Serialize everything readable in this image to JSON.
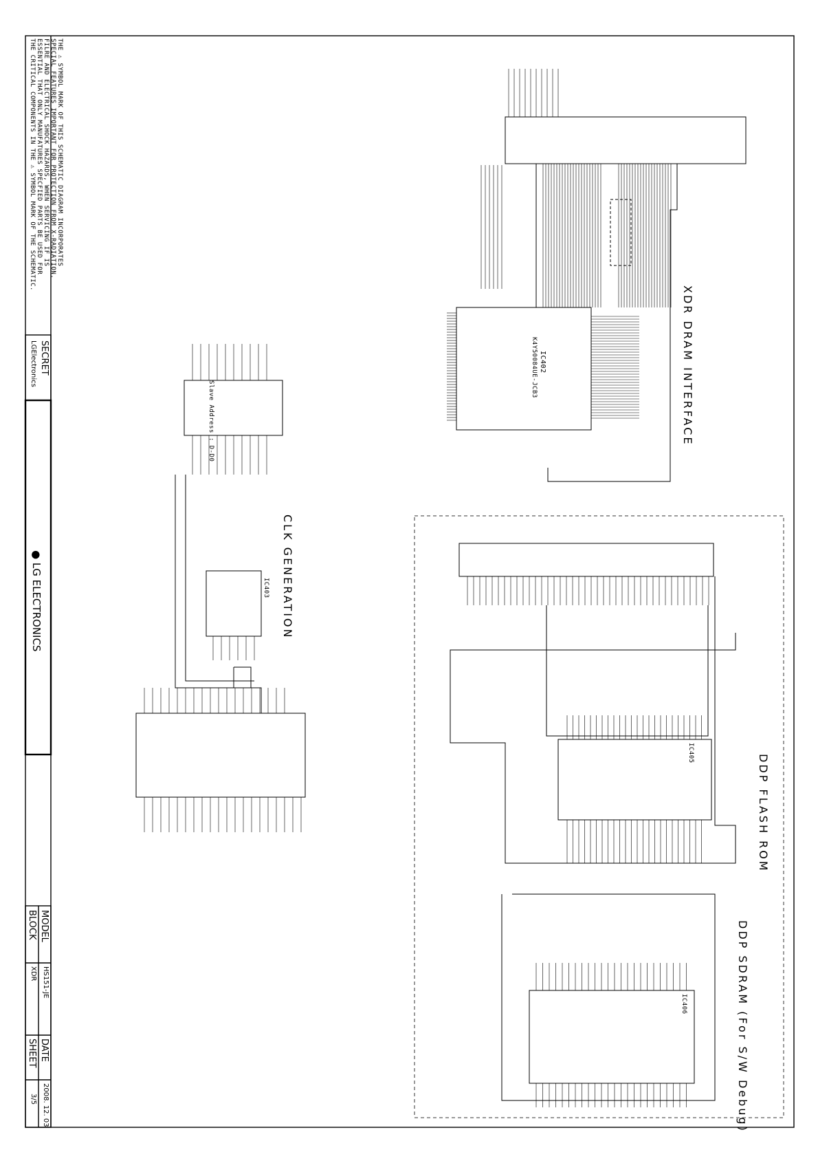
{
  "header_note": {
    "lines": [
      "THE ⚠ SYMBOL MARK OF THIS SCHEMATIC DIAGRAM INCORPORATES",
      "SPECIAL FEATURES IMPORTANT FOR PROTECTION FROM X-RADIATION.",
      "FILRE AND ELECTRICAL SHOCK HAZARDS, WHEN SERVICING IF IS",
      "ESSENTIAL THAT ONLY MANUFATURES SPECFIED PARTS BE USED FOR",
      "THE CRITICAL COMPONENTS IN THE ⚠ SYMBOL MARK OF THE SCHEMATIC."
    ]
  },
  "confidentiality": {
    "label": "SECRET",
    "company": "LGElectronics"
  },
  "brand": {
    "name": "LG ELECTRONICS"
  },
  "title_block": {
    "model_label": "MODEL",
    "model_value": "HS151-JE",
    "block_label": "BLOCK",
    "block_value": "XDR",
    "date_label": "DATE",
    "date_value": "2008. 12. 03",
    "sheet_label": "SHEET",
    "sheet_value": "3/5"
  },
  "sections": {
    "xdr": "XDR DRAM INTERFACE",
    "clk": "CLK GENERATION",
    "flash": "DDP FLASH ROM",
    "sdram": "DDP SDRAM (For S/W Debug)"
  },
  "labels": {
    "u_xdr": "IC402",
    "u_xdr_part": "K4Y50084UE-JCB3",
    "u_clk": "IC403",
    "slave_addr": "Slave Address : D-D0",
    "u_flash": "IC405",
    "u_sdram": "IC406"
  },
  "colors": {
    "ink": "#000000",
    "paper": "#ffffff",
    "dash": "#333333"
  }
}
